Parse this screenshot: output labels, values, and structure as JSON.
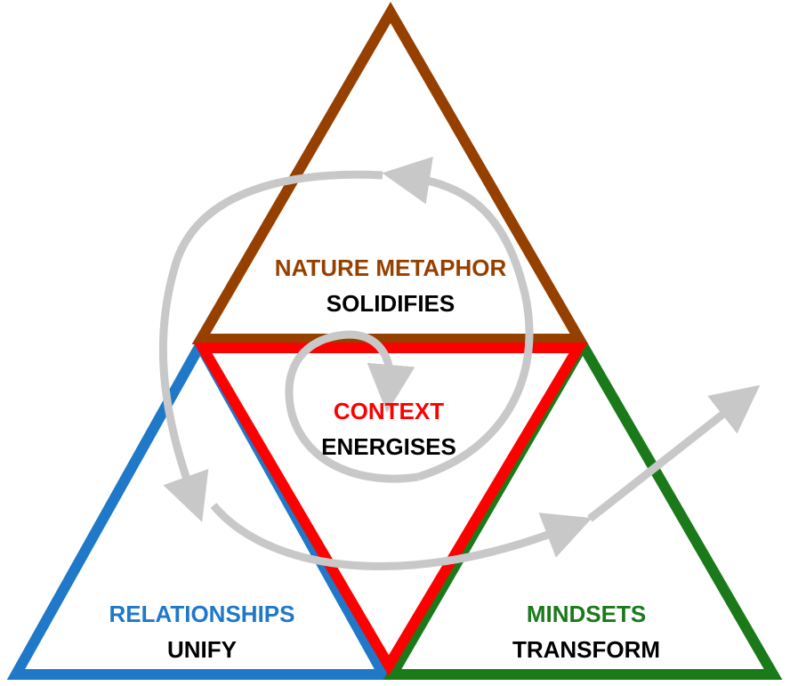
{
  "triangles": {
    "top": {
      "title": "NATURE METAPHOR",
      "subtitle": "SOLIDIFIES",
      "color": "#964000"
    },
    "center": {
      "title": "CONTEXT",
      "subtitle": "ENERGISES",
      "color": "#ff0000"
    },
    "left": {
      "title": "RELATIONSHIPS",
      "subtitle": "UNIFY",
      "color": "#1f78c8"
    },
    "right": {
      "title": "MINDSETS",
      "subtitle": "TRANSFORM",
      "color": "#1a7a1a"
    }
  },
  "arrow_color": "#c8c8c8",
  "text_color": "#000000"
}
